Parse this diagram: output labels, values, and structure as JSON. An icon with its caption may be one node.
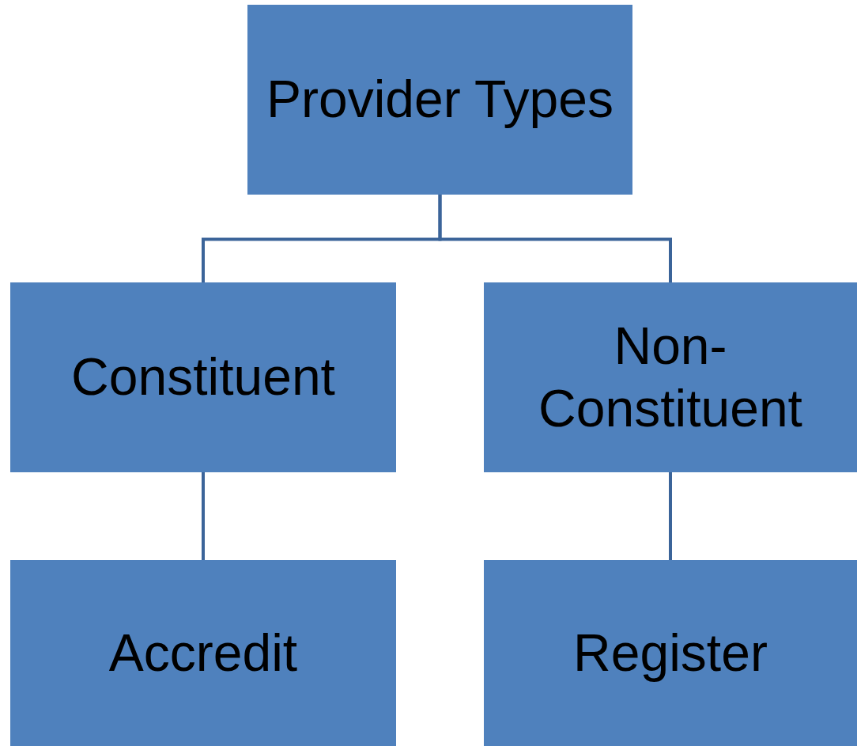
{
  "diagram": {
    "nodes": [
      {
        "text": [
          "Provider Types"
        ]
      },
      {
        "text": [
          "Constituent"
        ]
      },
      {
        "text": [
          "Non-Constituent"
        ]
      },
      {
        "text": [
          "Accredit"
        ]
      },
      {
        "text": [
          "Register"
        ]
      }
    ],
    "edges": [
      {
        "from": 0,
        "to": 1,
        "arrow": "none"
      },
      {
        "from": 0,
        "to": 2,
        "arrow": "none"
      },
      {
        "from": 1,
        "to": 3,
        "arrow": "none"
      },
      {
        "from": 2,
        "to": 4,
        "arrow": "none"
      }
    ]
  }
}
